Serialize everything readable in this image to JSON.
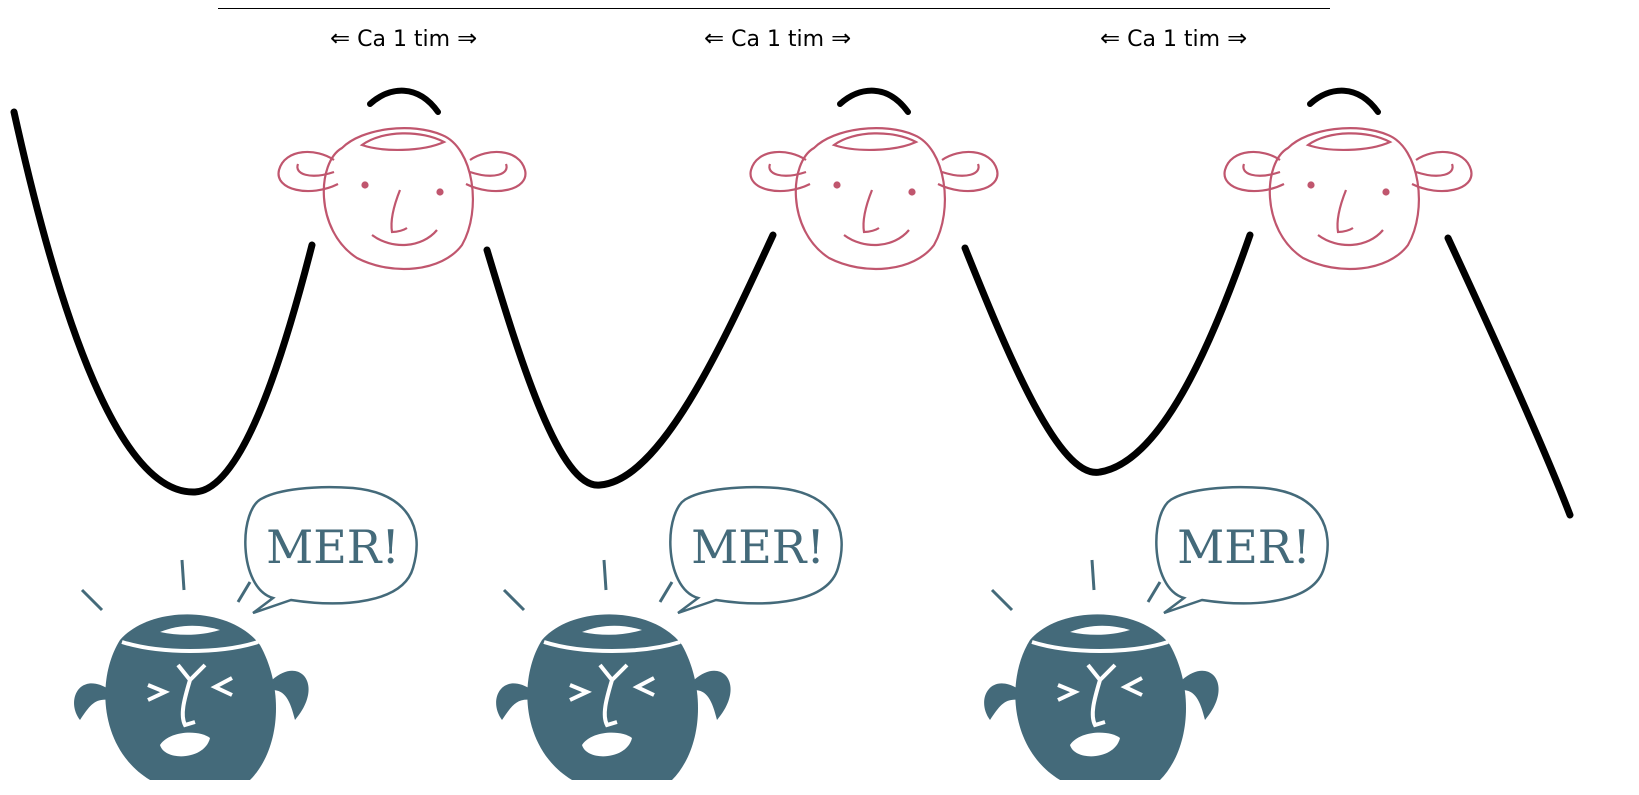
{
  "labels": [
    {
      "arrow_left": "⇐",
      "text": "Ca 1 tim",
      "arrow_right": "⇒"
    },
    {
      "arrow_left": "⇐",
      "text": "Ca 1 tim",
      "arrow_right": "⇒"
    },
    {
      "arrow_left": "⇐",
      "text": "Ca 1 tim",
      "arrow_right": "⇒"
    }
  ],
  "speech": [
    "MER!",
    "MER!",
    "MER!"
  ],
  "colors": {
    "curve": "#000000",
    "happy_head": "#c0566e",
    "angry_head": "#446a7a",
    "background": "#ffffff"
  },
  "icons": [
    "happy-head-icon",
    "angry-head-icon",
    "speech-bubble-icon"
  ]
}
